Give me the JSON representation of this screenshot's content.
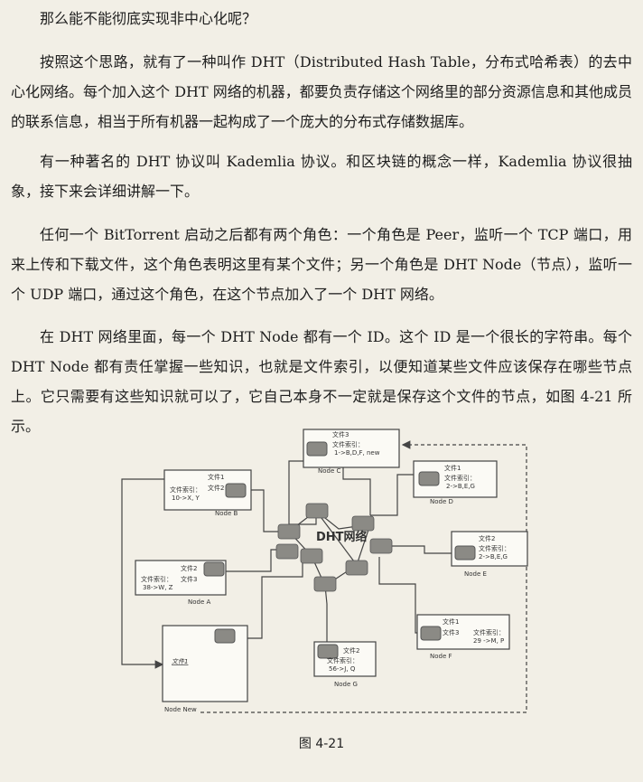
{
  "heading": "那么能不能彻底实现非中心化呢？",
  "paragraphs": [
    "按照这个思路，就有了一种叫作 DHT（Distributed Hash Table，分布式哈希表）的去中心化网络。每个加入这个 DHT 网络的机器，都要负责存储这个网络里的部分资源信息和其他成员的联系信息，相当于所有机器一起构成了一个庞大的分布式存储数据库。",
    "有一种著名的 DHT 协议叫 Kademlia 协议。和区块链的概念一样，Kademlia 协议很抽象，接下来会详细讲解一下。",
    "任何一个 BitTorrent 启动之后都有两个角色：一个角色是 Peer，监听一个 TCP 端口，用来上传和下载文件，这个角色表明这里有某个文件；另一个角色是 DHT Node（节点），监听一个 UDP 端口，通过这个角色，在这个节点加入了一个 DHT 网络。",
    "在 DHT 网络里面，每一个 DHT Node 都有一个 ID。这个 ID 是一个很长的字符串。每个 DHT Node 都有责任掌握一些知识，也就是文件索引，以便知道某些文件应该保存在哪些节点上。它只需要有这些知识就可以了，它自己本身不一定就是保存这个文件的节点，如图 4-21 所示。"
  ],
  "figure": {
    "center_label": "DHT网络",
    "caption": "图 4-21",
    "nodes": {
      "c": {
        "name": "Node C",
        "file": "文件3",
        "index_label": "文件索引：",
        "index": "1->B,D,F, new"
      },
      "b": {
        "name": "Node B",
        "file1": "文件1",
        "file2": "文件2",
        "index_label": "文件索引：",
        "index": "10->X, Y"
      },
      "d": {
        "name": "Node D",
        "file": "文件1",
        "index_label": "文件索引：",
        "index": "2->B,E,G"
      },
      "e": {
        "name": "Node E",
        "file": "文件2",
        "index_label": "文件索引：",
        "index": "2->B,E,G"
      },
      "a": {
        "name": "Node A",
        "file1": "文件2",
        "file2": "文件3",
        "index_label": "文件索引：",
        "index": "38->W, Z"
      },
      "f": {
        "name": "Node F",
        "file1": "文件1",
        "file2": "文件3",
        "index_label": "文件索引：",
        "index": "29 ->M, P"
      },
      "g": {
        "name": "Node G",
        "file": "文件2",
        "index_label": "文件索引：",
        "index": "56->J, Q"
      },
      "new": {
        "name": "Node New",
        "file": "文件1"
      }
    }
  }
}
